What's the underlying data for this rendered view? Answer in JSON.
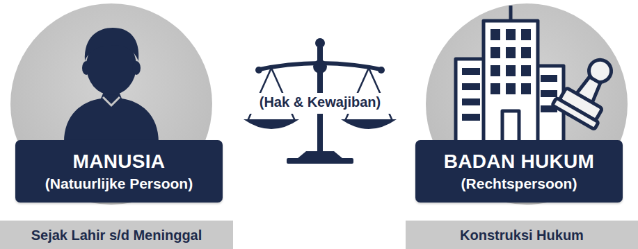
{
  "diagram": {
    "nodes": [
      {
        "text": [
          "MANUSIA",
          "(Natuurlijke Persoon)"
        ]
      },
      {
        "text": [
          "BADAN HUKUM",
          "(Rechtspersoon)"
        ]
      },
      {
        "text": [
          "Sejak Lahir s/d Meninggal"
        ]
      },
      {
        "text": [
          "Konstruksi Hukum"
        ]
      }
    ],
    "labels": [
      "(Hak & Kewajiban)"
    ]
  }
}
